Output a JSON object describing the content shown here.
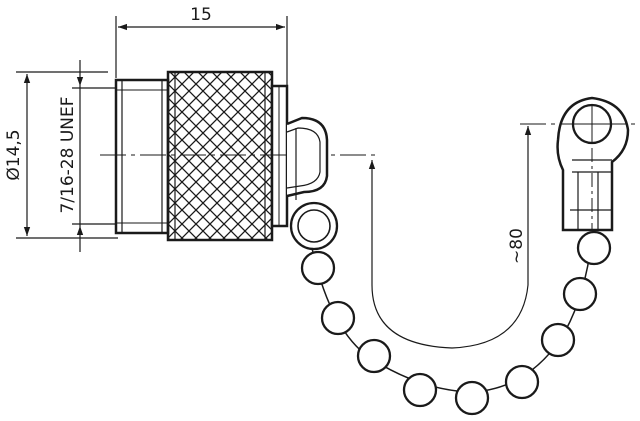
{
  "drawing": {
    "dimensions": {
      "width": "15",
      "diameter": "Ø14,5",
      "thread": "7/16-28 UNEF",
      "chain_length": "~80"
    },
    "colors": {
      "line": "#1a1a1a",
      "background": "#ffffff"
    }
  }
}
